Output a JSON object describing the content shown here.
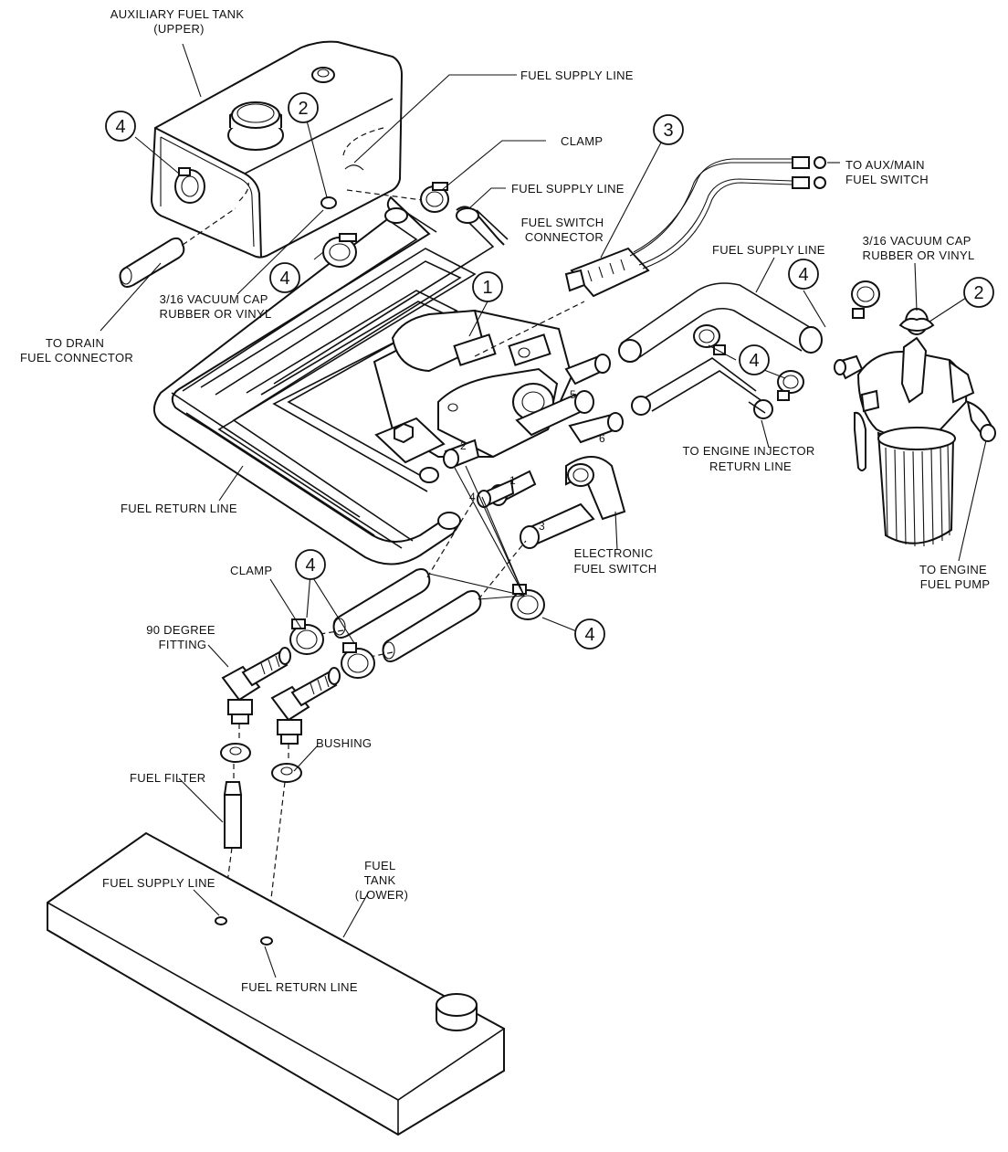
{
  "labels": {
    "aux_tank": [
      "AUXILIARY FUEL TANK",
      "(UPPER)"
    ],
    "fuel_supply_line_top": "FUEL SUPPLY LINE",
    "clamp_top": "CLAMP",
    "fuel_supply_line_mid": "FUEL SUPPLY LINE",
    "to_aux_main": [
      "TO AUX/MAIN",
      "FUEL SWITCH"
    ],
    "fuel_switch_connector": [
      "FUEL SWITCH",
      "CONNECTOR"
    ],
    "fuel_supply_line_right": "FUEL SUPPLY LINE",
    "vacuum_cap_right": [
      "3/16 VACUUM CAP",
      "RUBBER OR VINYL"
    ],
    "vacuum_cap_left": [
      "3/16 VACUUM CAP",
      "RUBBER OR VINYL"
    ],
    "to_drain": [
      "TO DRAIN",
      "FUEL CONNECTOR"
    ],
    "to_engine_injector": [
      "TO ENGINE INJECTOR",
      "RETURN LINE"
    ],
    "fuel_return_line_left": "FUEL RETURN LINE",
    "electronic_fuel_switch": [
      "ELECTRONIC",
      "FUEL SWITCH"
    ],
    "to_engine_fuel_pump": [
      "TO ENGINE",
      "FUEL PUMP"
    ],
    "clamp_bottom": "CLAMP",
    "ninety_degree_fitting": [
      "90 DEGREE",
      "FITTING"
    ],
    "bushing": "BUSHING",
    "fuel_filter": "FUEL FILTER",
    "fuel_tank_lower": [
      "FUEL",
      "TANK",
      "(LOWER)"
    ],
    "fuel_supply_line_tank": "FUEL SUPPLY LINE",
    "fuel_return_line_tank": "FUEL RETURN LINE"
  },
  "callouts": {
    "c4_aux_tank": "4",
    "c2_aux_tank": "2",
    "c3_connector": "3",
    "c1_switch": "1",
    "c4_left_clamp": "4",
    "c4_right_clamp": "4",
    "c2_filter": "2",
    "c4_injector_clamp": "4",
    "c4_bottom_clamps": "4",
    "c4_bottom_right": "4"
  },
  "port_numbers": {
    "p5": "5",
    "p2": "2",
    "p6": "6",
    "p1": "1",
    "p4": "4",
    "p3": "3"
  }
}
